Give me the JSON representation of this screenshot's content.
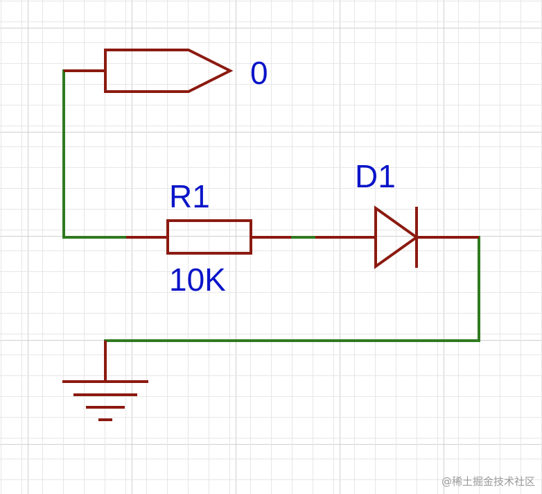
{
  "labels": {
    "net_port": "0",
    "resistor_ref": "R1",
    "resistor_value": "10K",
    "diode_ref": "D1"
  },
  "watermark": "@稀土掘金技术社区",
  "colors": {
    "wire": "#2f7a1f",
    "component": "#8b1a10",
    "label": "#0a14c8",
    "grid": "#e6e6e6",
    "background": "#ffffff"
  }
}
